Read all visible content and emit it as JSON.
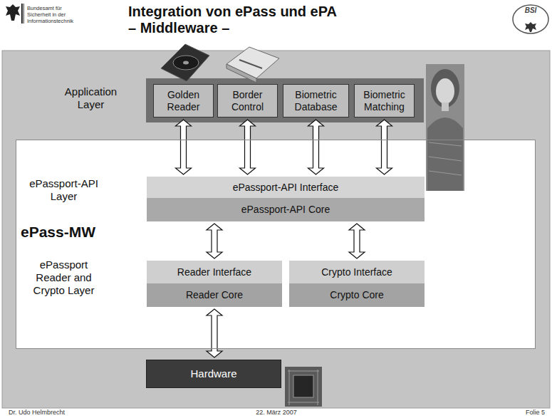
{
  "diagram": {
    "title": "Integration von ePass und ePA – Middleware –",
    "nodes": [
      {
        "text": [
          "Golden Reader"
        ]
      },
      {
        "text": [
          "Border Control"
        ]
      },
      {
        "text": [
          "Biometric Database"
        ]
      },
      {
        "text": [
          "Biometric Matching"
        ]
      },
      {
        "text": [
          "ePassport-API Layer",
          "ePass-MW",
          "ePassport Reader and Crypto Layer"
        ]
      },
      {
        "text": [
          "ePassport-API Interface"
        ],
        "in": 4
      },
      {
        "text": [
          "ePassport-API Core"
        ],
        "in": 4
      },
      {
        "text": [
          "Reader Interface"
        ],
        "in": 4
      },
      {
        "text": [
          "Reader Core"
        ],
        "in": 4
      },
      {
        "text": [
          "Crypto Interface"
        ],
        "in": 4
      },
      {
        "text": [
          "Crypto Core"
        ],
        "in": 4
      },
      {
        "text": [
          "Hardware"
        ]
      }
    ],
    "edges": [
      {
        "from": 0,
        "to": 5,
        "arrow": "both"
      },
      {
        "from": 1,
        "to": 5,
        "arrow": "both"
      },
      {
        "from": 2,
        "to": 5,
        "arrow": "both"
      },
      {
        "from": 3,
        "to": 5,
        "arrow": "both"
      },
      {
        "from": 6,
        "to": 7,
        "arrow": "both"
      },
      {
        "from": 6,
        "to": 9,
        "arrow": "both"
      },
      {
        "from": 8,
        "to": 11,
        "arrow": "both"
      }
    ],
    "labels": [
      "Bundesamt für Sicherheit in der Informationstechnik",
      "BSI",
      "Application Layer",
      "Dr. Udo Helmbrecht",
      "22. März 2007",
      "Folie 5"
    ]
  }
}
